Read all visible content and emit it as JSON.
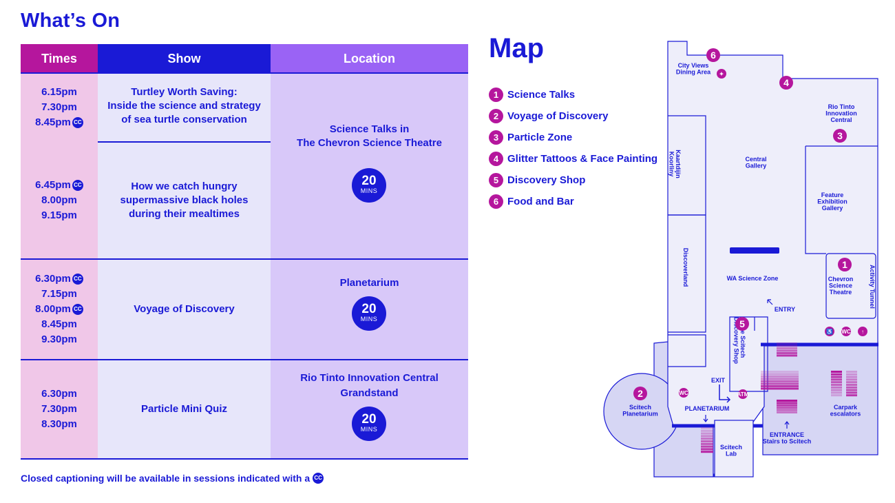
{
  "header": {
    "title": "What’s On"
  },
  "table": {
    "headers": {
      "times": "Times",
      "show": "Show",
      "location": "Location"
    },
    "rows": [
      {
        "times": [
          {
            "t": "6.15pm",
            "cc": false
          },
          {
            "t": "7.30pm",
            "cc": false
          },
          {
            "t": "8.45pm",
            "cc": true
          }
        ],
        "show": [
          "Turtley Worth Saving:",
          "Inside the science and strategy",
          "of sea turtle conservation"
        ]
      },
      {
        "times": [
          {
            "t": "6.45pm",
            "cc": true
          },
          {
            "t": "8.00pm",
            "cc": false
          },
          {
            "t": "9.15pm",
            "cc": false
          }
        ],
        "show": [
          "How we catch hungry",
          "supermassive black holes",
          "during their mealtimes"
        ]
      },
      {
        "times": [
          {
            "t": "6.30pm",
            "cc": true
          },
          {
            "t": "7.15pm",
            "cc": false
          },
          {
            "t": "8.00pm",
            "cc": true
          },
          {
            "t": "8.45pm",
            "cc": false
          },
          {
            "t": "9.30pm",
            "cc": false
          }
        ],
        "show": [
          "Voyage of Discovery"
        ]
      },
      {
        "times": [
          {
            "t": "6.30pm",
            "cc": false
          },
          {
            "t": "7.30pm",
            "cc": false
          },
          {
            "t": "8.30pm",
            "cc": false
          }
        ],
        "show": [
          "Particle Mini Quiz"
        ]
      }
    ],
    "locations": [
      {
        "lines": [
          "Science Talks in",
          "The Chevron Science Theatre"
        ],
        "duration": "20",
        "unit": "MINS"
      },
      {
        "lines": [
          "Planetarium"
        ],
        "duration": "20",
        "unit": "MINS"
      },
      {
        "lines": [
          "Rio Tinto Innovation Central",
          "Grandstand"
        ],
        "duration": "20",
        "unit": "MINS"
      }
    ],
    "cc_label": "CC"
  },
  "footer": {
    "note": "Closed captioning will be available in sessions indicated with a"
  },
  "map": {
    "title": "Map",
    "legend": [
      {
        "n": "1",
        "label": "Science Talks"
      },
      {
        "n": "2",
        "label": "Voyage of Discovery"
      },
      {
        "n": "3",
        "label": "Particle Zone"
      },
      {
        "n": "4",
        "label": "Glitter Tattoos & Face Painting"
      },
      {
        "n": "5",
        "label": "Discovery Shop"
      },
      {
        "n": "6",
        "label": "Food and Bar"
      }
    ],
    "areas": {
      "city_views": [
        "City Views",
        "Dining Area"
      ],
      "rio_tinto": [
        "Rio Tinto",
        "Innovation",
        "Central"
      ],
      "central_gallery": [
        "Central",
        "Gallery"
      ],
      "feature": [
        "Feature",
        "Exhibition",
        "Gallery"
      ],
      "kaartdijin": [
        "Kaartdijin",
        "Koorliny"
      ],
      "discoverland": "Discoverland",
      "wa_zone": "WA Science Zone",
      "chevron": [
        "Chevron",
        "Science",
        "Theatre"
      ],
      "activity_tunnel": "Activity Tunnel",
      "entry": "ENTRY",
      "shop": [
        "The Scitech",
        "Discovery Shop"
      ],
      "exit": "EXIT",
      "planetarium_label": "PLANETARIUM",
      "scitech_planetarium": [
        "Scitech",
        "Planetarium"
      ],
      "scitech_lab": [
        "Scitech",
        "Lab"
      ],
      "entrance": [
        "ENTRANCE",
        "Stairs to Scitech"
      ],
      "carpark": [
        "Carpark",
        "escalators"
      ]
    },
    "colors": {
      "blue": "#1a1ad6",
      "magenta": "#b5169d",
      "floor": "#eeeefa",
      "outer": "#d6d6f4"
    }
  }
}
